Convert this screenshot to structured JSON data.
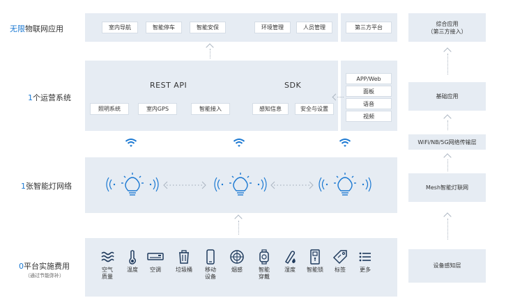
{
  "colors": {
    "accent": "#1a78d2",
    "panel": "#e6ecf3",
    "icon": "#1f3a5c",
    "wave": "#1a78d2"
  },
  "rows": {
    "app": {
      "accent": "无限",
      "rest": "物联网应用"
    },
    "system": {
      "accent": "1",
      "rest": "个运营系统"
    },
    "lamp": {
      "accent": "1",
      "rest": "张智能灯网络"
    },
    "cost": {
      "accent": "0",
      "rest": "平台实施费用",
      "sub": "（通过节能弥补）"
    }
  },
  "apps": [
    "室内导航",
    "智能停车",
    "智能安保",
    "环境管理",
    "人员管理"
  ],
  "third_party": "第三方平台",
  "api": {
    "rest": "REST API",
    "sdk": "SDK"
  },
  "system_modules": [
    "照明系统",
    "室内GPS",
    "智能接入",
    "感知信息",
    "安全与设置"
  ],
  "clients": [
    "APP/Web",
    "面板",
    "语音",
    "视频"
  ],
  "devices": [
    {
      "icon": "air-waves-icon",
      "label": "空气\n质量"
    },
    {
      "icon": "thermometer-icon",
      "label": "温度"
    },
    {
      "icon": "air-conditioner-icon",
      "label": "空调"
    },
    {
      "icon": "trash-bin-icon",
      "label": "垃圾桶"
    },
    {
      "icon": "mobile-phone-icon",
      "label": "移动\n设备"
    },
    {
      "icon": "smoke-sensor-icon",
      "label": "烟感"
    },
    {
      "icon": "smartwatch-icon",
      "label": "智能\n穿戴"
    },
    {
      "icon": "humidity-icon",
      "label": "湿度"
    },
    {
      "icon": "smart-lock-icon",
      "label": "智能锁"
    },
    {
      "icon": "tag-icon",
      "label": "标签"
    },
    {
      "icon": "list-more-icon",
      "label": "更多"
    }
  ],
  "right_column": {
    "comprehensive": "综合应用\n（第三方接入）",
    "basic": "基础应用",
    "transport": "WiFi/NB/5G网络传输层",
    "mesh": "Mesh智能灯联网",
    "perception": "设备感知层"
  }
}
